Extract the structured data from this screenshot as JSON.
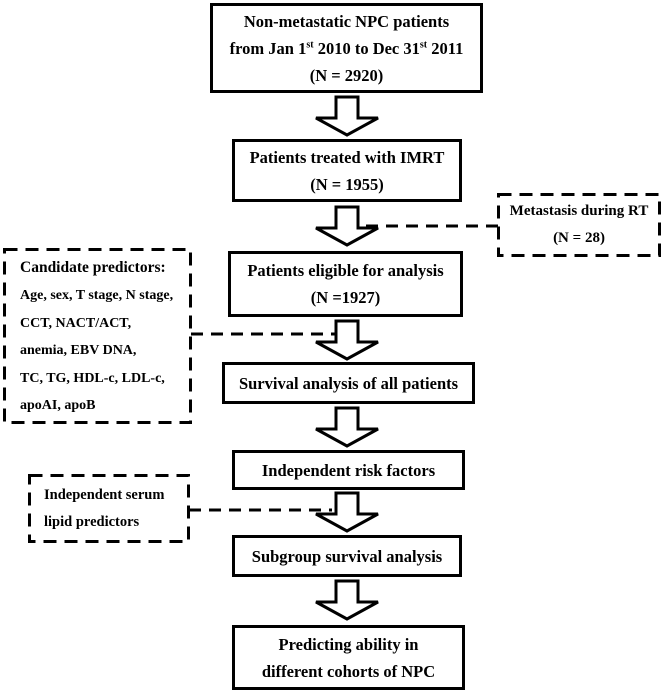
{
  "colors": {
    "ink": "#000000",
    "paper": "#ffffff"
  },
  "icons": {
    "flow_arrow": "down-block-arrow",
    "connector": "dashed-line"
  },
  "flow": {
    "source": {
      "line1": "Non-metastatic NPC patients",
      "date_range": {
        "pre": "from Jan 1",
        "sup1": "st",
        "mid": " 2010 to Dec 31",
        "sup2": "st",
        "post": " 2011"
      },
      "n": "(N = 2920)"
    },
    "imrt": {
      "line1": "Patients treated with IMRT",
      "n": "(N = 1955)"
    },
    "eligible": {
      "line1": "Patients eligible for analysis",
      "n": "(N =1927)"
    },
    "survival": {
      "line1": "Survival analysis of all patients"
    },
    "risk_factors": {
      "line1": "Independent risk factors"
    },
    "subgroup": {
      "line1": "Subgroup survival analysis"
    },
    "predicting": {
      "line1": "Predicting ability in",
      "line2": "different cohorts of NPC"
    }
  },
  "notes": {
    "metastasis": {
      "line1": "Metastasis during RT",
      "n": "(N = 28)"
    },
    "candidate": {
      "heading": "Candidate predictors:",
      "lines": [
        "Age, sex, T stage, N stage,",
        "CCT, NACT/ACT,",
        "anemia, EBV DNA,",
        "TC, TG, HDL-c, LDL-c,",
        "apoAI, apoB"
      ]
    },
    "serum": {
      "line1": "Independent serum",
      "line2": "lipid predictors"
    }
  }
}
